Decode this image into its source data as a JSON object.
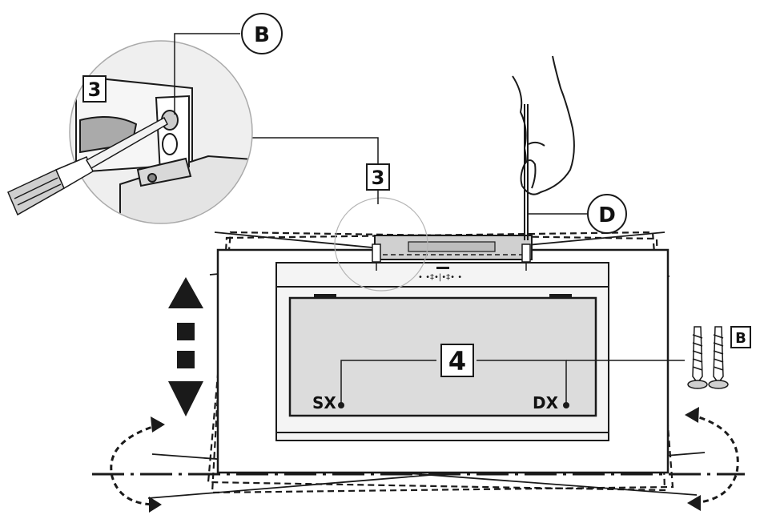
{
  "labels": {
    "callout_b_circle": "B",
    "callout_d_circle": "D",
    "step_3_zoom": "3",
    "step_3_main": "3",
    "step_4": "4",
    "screw_label_b": "B",
    "side_left": "SX",
    "side_right": "DX"
  },
  "icons": {
    "vertical_adjust": "up-down-arrows-icon",
    "rotation_left": "curved-double-arrow-icon",
    "rotation_right": "curved-double-arrow-icon",
    "tool": "screwdriver-icon",
    "hand": "hand-icon",
    "screws": "screw-icon"
  },
  "colors": {
    "line": "#1a1a1a",
    "panel_fill": "#dcdcdc",
    "zoom_fill": "#efefef",
    "background": "#ffffff"
  }
}
